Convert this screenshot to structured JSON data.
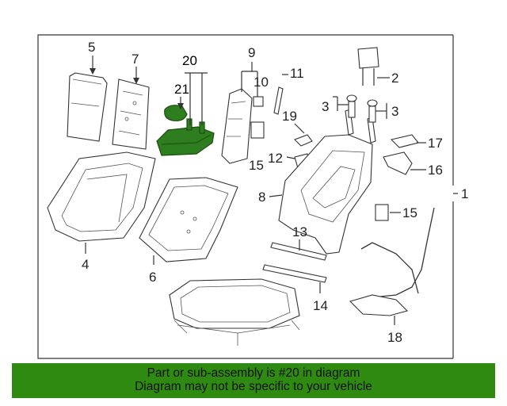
{
  "diagram": {
    "callouts": {
      "c1": "1",
      "c2": "2",
      "c3a": "3",
      "c3b": "3",
      "c4": "4",
      "c5": "5",
      "c6": "6",
      "c7": "7",
      "c8": "8",
      "c9": "9",
      "c10": "10",
      "c11": "11",
      "c12": "12",
      "c13": "13",
      "c14": "14",
      "c15a": "15",
      "c15b": "15",
      "c16": "16",
      "c17": "17",
      "c18": "18",
      "c19": "19",
      "c20": "20",
      "c21": "21"
    },
    "highlight_color": "#2e7d1e"
  },
  "banner": {
    "line1": "Part or sub-assembly is #20 in diagram",
    "line2": "Diagram may not be specific to your vehicle",
    "color": "#2f8a12"
  }
}
